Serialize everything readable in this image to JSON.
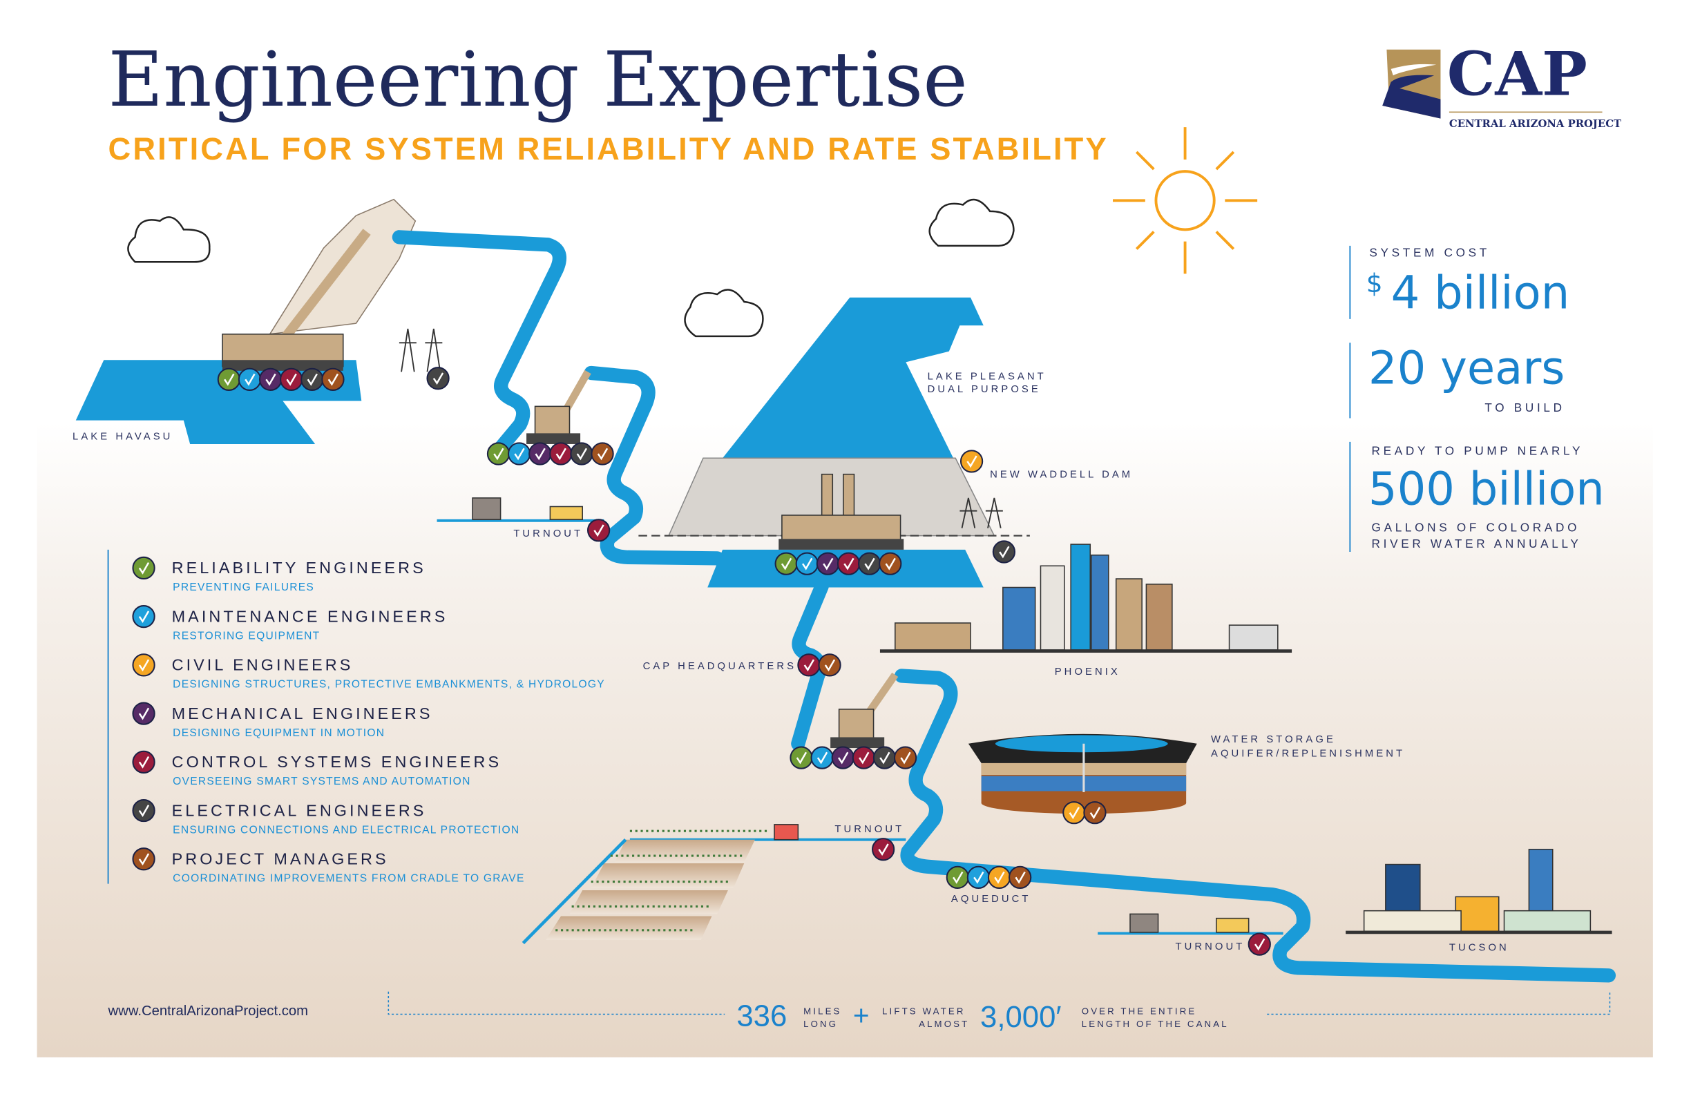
{
  "header": {
    "title": "Engineering Expertise",
    "subtitle": "CRITICAL FOR SYSTEM RELIABILITY AND RATE STABILITY"
  },
  "logo": {
    "wordmark": "CAP",
    "tagline": "CENTRAL ARIZONA PROJECT"
  },
  "stats": {
    "cost_label": "SYSTEM COST",
    "cost_currency": "$",
    "cost_value": "4 billion",
    "years_value": "20 years",
    "years_label": "TO BUILD",
    "pump_label": "READY TO PUMP NEARLY",
    "pump_value": "500 billion",
    "pump_sub1": "GALLONS OF COLORADO",
    "pump_sub2": "RIVER WATER ANNUALLY"
  },
  "roles": [
    {
      "key": "reliability",
      "title": "RELIABILITY ENGINEERS",
      "desc": "PREVENTING FAILURES",
      "color": "#6f9b34"
    },
    {
      "key": "maintenance",
      "title": "MAINTENANCE ENGINEERS",
      "desc": "RESTORING EQUIPMENT",
      "color": "#1fa0dc"
    },
    {
      "key": "civil",
      "title": "CIVIL ENGINEERS",
      "desc": "DESIGNING STRUCTURES, PROTECTIVE EMBANKMENTS, & HYDROLOGY",
      "color": "#f5a623"
    },
    {
      "key": "mechanical",
      "title": "MECHANICAL ENGINEERS",
      "desc": "DESIGNING EQUIPMENT IN MOTION",
      "color": "#562b66"
    },
    {
      "key": "control",
      "title": "CONTROL SYSTEMS ENGINEERS",
      "desc": "OVERSEEING SMART SYSTEMS AND AUTOMATION",
      "color": "#9b1c3c"
    },
    {
      "key": "electrical",
      "title": "ELECTRICAL ENGINEERS",
      "desc": "ENSURING CONNECTIONS AND ELECTRICAL PROTECTION",
      "color": "#454545"
    },
    {
      "key": "pm",
      "title": "PROJECT MANAGERS",
      "desc": "COORDINATING IMPROVEMENTS FROM CRADLE TO GRAVE",
      "color": "#a0521f"
    }
  ],
  "locations": {
    "lake_havasu": "LAKE HAVASU",
    "turnout_1": "TURNOUT",
    "lake_pleasant_1": "LAKE PLEASANT",
    "lake_pleasant_2": "DUAL PURPOSE",
    "new_waddell": "NEW WADDELL DAM",
    "cap_hq": "CAP HEADQUARTERS",
    "phoenix": "PHOENIX",
    "water_storage_1": "WATER STORAGE",
    "water_storage_2": "AQUIFER/REPLENISHMENT",
    "turnout_2": "TURNOUT",
    "aqueduct": "AQUEDUCT",
    "turnout_3": "TURNOUT",
    "tucson": "TUCSON"
  },
  "check_groups": {
    "havasu_pumping_plant": [
      "reliability",
      "maintenance",
      "mechanical",
      "control",
      "electrical",
      "pm"
    ],
    "havasu_power": [
      "electrical"
    ],
    "pumping_plant_2": [
      "reliability",
      "maintenance",
      "mechanical",
      "control",
      "electrical",
      "pm"
    ],
    "turnout_1": [
      "control"
    ],
    "new_waddell_dam": [
      "civil"
    ],
    "waddell_pumping_plant": [
      "reliability",
      "maintenance",
      "mechanical",
      "control",
      "electrical",
      "pm"
    ],
    "waddell_power": [
      "electrical"
    ],
    "cap_hq": [
      "control",
      "pm"
    ],
    "pumping_plant_3": [
      "reliability",
      "maintenance",
      "mechanical",
      "control",
      "electrical",
      "pm"
    ],
    "water_storage": [
      "civil",
      "pm"
    ],
    "turnout_2": [
      "control"
    ],
    "aqueduct": [
      "reliability",
      "maintenance",
      "civil",
      "pm"
    ],
    "turnout_3": [
      "control"
    ]
  },
  "footer": {
    "url": "www.CentralArizonaProject.com",
    "miles_value": "336",
    "miles_unit_1": "MILES",
    "miles_unit_2": "LONG",
    "plus": "+",
    "lift_1": "LIFTS WATER",
    "lift_2": "ALMOST",
    "lift_value": "3,000′",
    "lift_3": "OVER THE ENTIRE",
    "lift_4": "LENGTH OF THE CANAL"
  }
}
